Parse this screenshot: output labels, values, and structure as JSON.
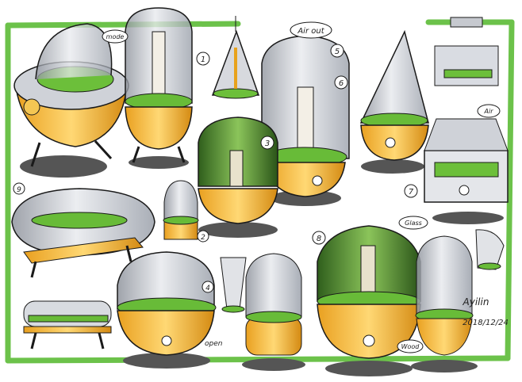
{
  "sketch": {
    "annotations": {
      "air_out": "Air out",
      "num_1": "1",
      "num_2": "2",
      "num_3": "3",
      "num_4": "4",
      "num_5": "5",
      "num_6": "6",
      "num_7": "7",
      "num_8": "8",
      "num_9": "9",
      "air_right": "Air",
      "glass": "Glass",
      "wood": "Wood",
      "open": "open",
      "mode": "mode"
    },
    "signature": {
      "name": "Ayilin",
      "date": "2018/12/24"
    },
    "colors": {
      "frame_green": "#6cc24a",
      "plant_green": "#5fb83a",
      "orange": "#f0b030",
      "glass_gray": "#b8bcc4",
      "ink": "#1a1a1a",
      "shadow": "#5a5a5a"
    }
  }
}
